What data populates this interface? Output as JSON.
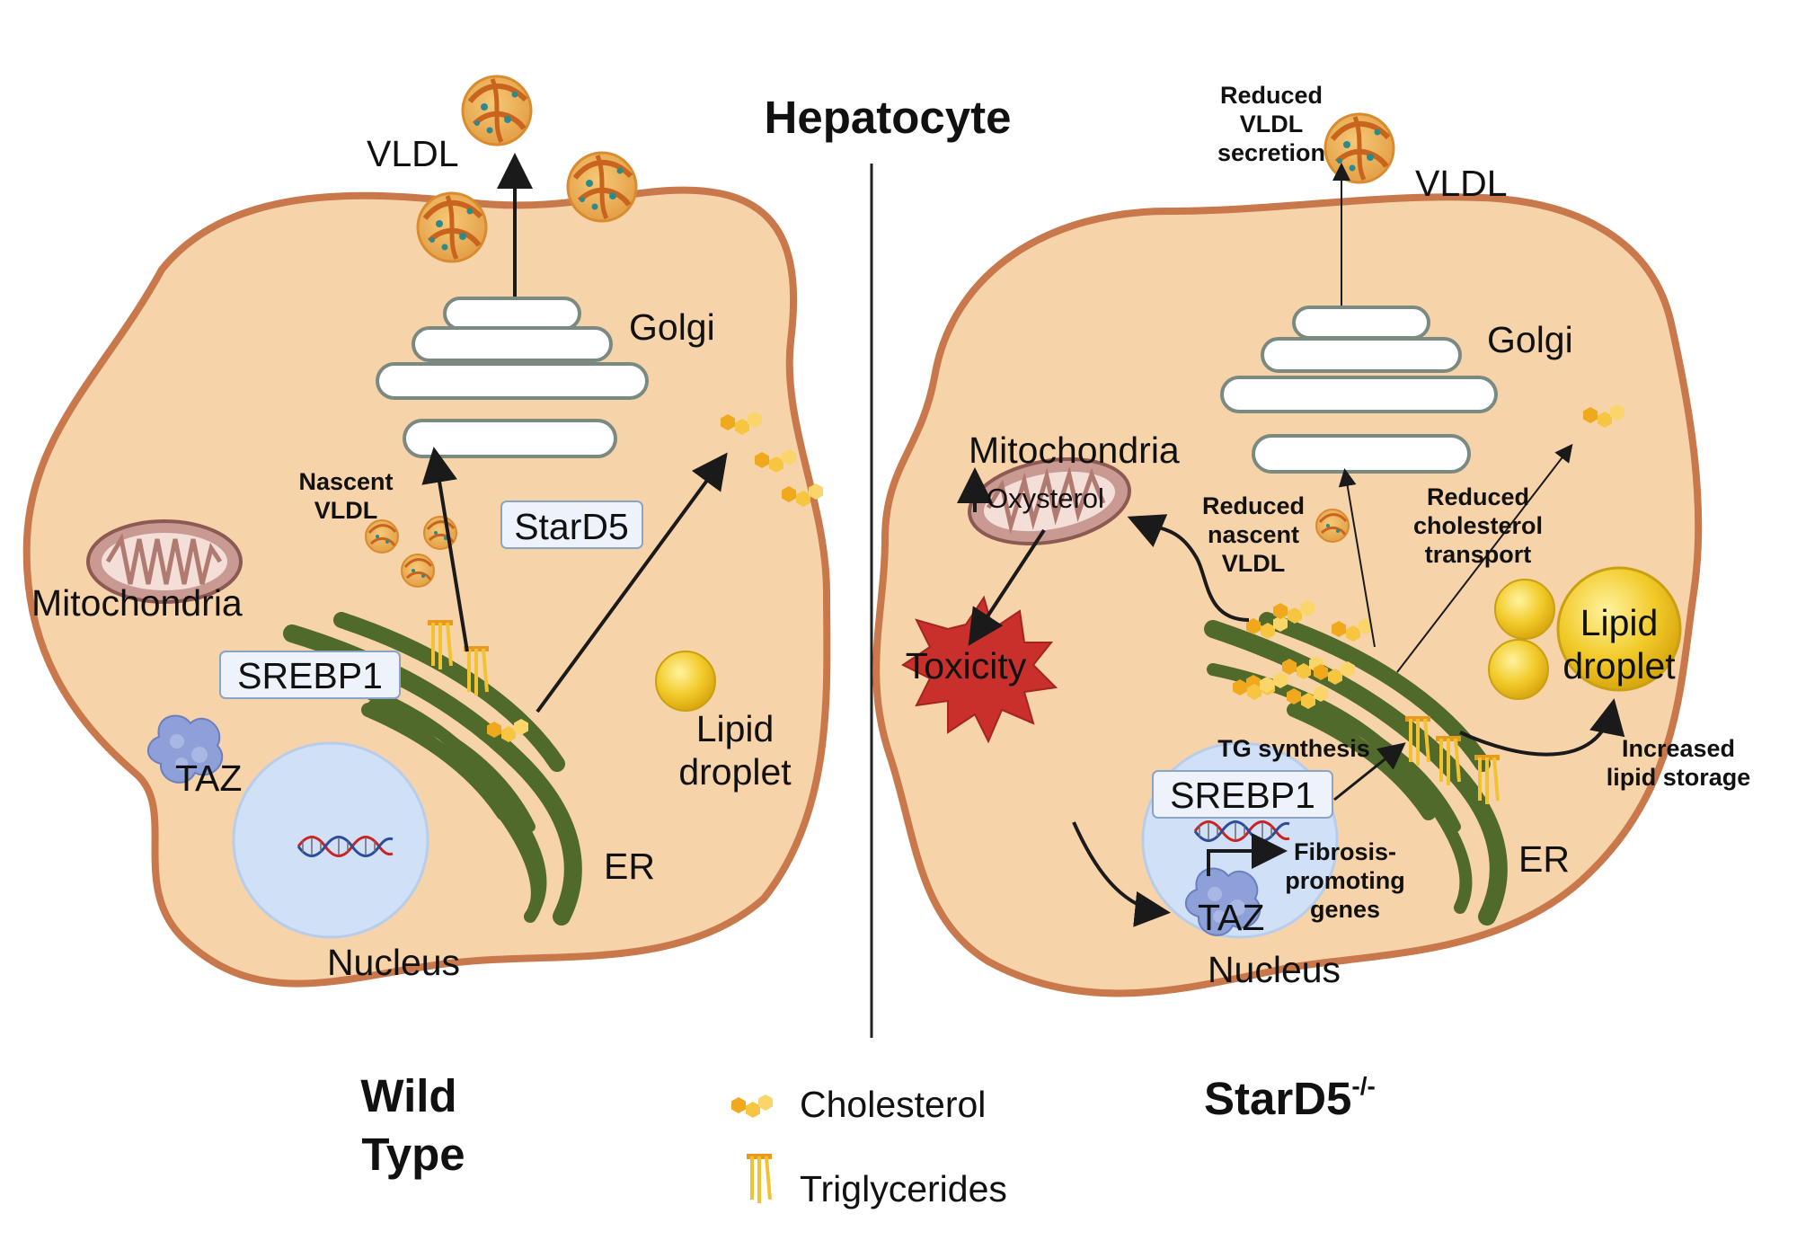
{
  "title": "Hepatocyte",
  "wild_type": {
    "heading_line1": "Wild",
    "heading_line2": "Type",
    "vldl": "VLDL",
    "golgi": "Golgi",
    "nascent_vldl_line1": "Nascent",
    "nascent_vldl_line2": "VLDL",
    "stard5": "StarD5",
    "mitochondria": "Mitochondria",
    "srebp1": "SREBP1",
    "taz": "TAZ",
    "lipid_droplet_line1": "Lipid",
    "lipid_droplet_line2": "droplet",
    "er": "ER",
    "nucleus": "Nucleus"
  },
  "knockout": {
    "heading": "StarD5",
    "heading_sup": "-/-",
    "reduced_vldl_secretion_line1": "Reduced",
    "reduced_vldl_secretion_line2": "VLDL",
    "reduced_vldl_secretion_line3": "secretion",
    "vldl": "VLDL",
    "golgi": "Golgi",
    "mitochondria": "Mitochondria",
    "oxysterol": "Oxysterol",
    "reduced_nascent_line1": "Reduced",
    "reduced_nascent_line2": "nascent",
    "reduced_nascent_line3": "VLDL",
    "reduced_transport_line1": "Reduced",
    "reduced_transport_line2": "cholesterol",
    "reduced_transport_line3": "transport",
    "lipid_droplet_line1": "Lipid",
    "lipid_droplet_line2": "droplet",
    "toxicity": "Toxicity",
    "tg_synthesis": "TG synthesis",
    "srebp1": "SREBP1",
    "increased_storage_line1": "Increased",
    "increased_storage_line2": "lipid storage",
    "fibrosis_line1": "Fibrosis-",
    "fibrosis_line2": "promoting",
    "fibrosis_line3": "genes",
    "taz": "TAZ",
    "er": "ER",
    "nucleus": "Nucleus"
  },
  "legend": {
    "cholesterol": "Cholesterol",
    "triglycerides": "Triglycerides"
  },
  "colors": {
    "cell_fill": "#f7d3aa",
    "cell_border": "#c8784a",
    "er_green": "#4f6a2a",
    "nucleus_fill": "#cfe0f7",
    "cholesterol": "#f0a81c",
    "triglyceride": "#f3c233",
    "toxicity_red": "#c9302c",
    "lipid_yellow": "#f2cb2a"
  }
}
